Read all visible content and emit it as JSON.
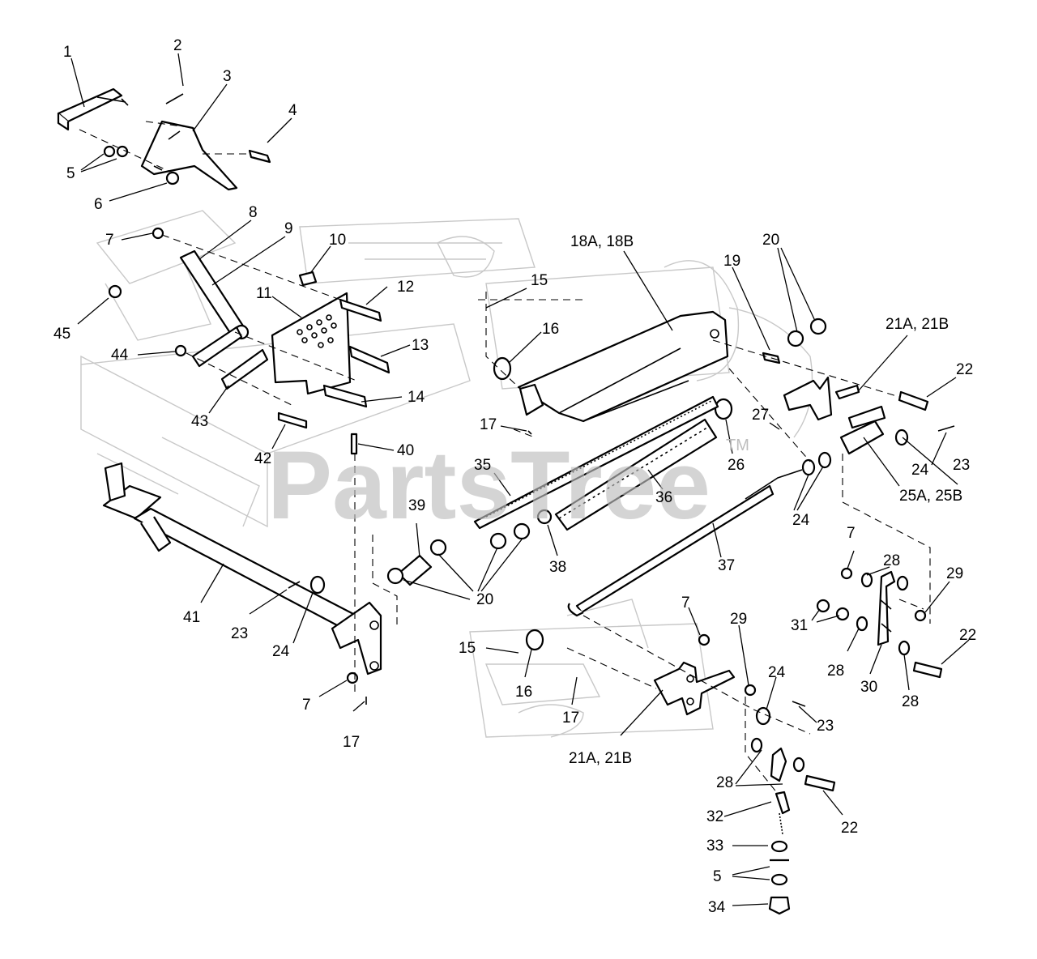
{
  "watermark": {
    "brand": "PartsTree",
    "tm": "TM"
  },
  "callouts": {
    "c1": "1",
    "c2": "2",
    "c3": "3",
    "c4": "4",
    "c5a": "5",
    "c6": "6",
    "c7a": "7",
    "c8": "8",
    "c9": "9",
    "c10": "10",
    "c11": "11",
    "c12": "12",
    "c13": "13",
    "c14": "14",
    "c15a": "15",
    "c16a": "16",
    "c17a": "17",
    "c18": "18A, 18B",
    "c19": "19",
    "c20a": "20",
    "c20b": "20",
    "c21a": "21A, 21B",
    "c22a": "22",
    "c23a": "23",
    "c24a": "24",
    "c25": "25A, 25B",
    "c26": "26",
    "c27": "27",
    "c24b": "24",
    "c35": "35",
    "c36": "36",
    "c39": "39",
    "c40": "40",
    "c42": "42",
    "c43": "43",
    "c44": "44",
    "c45": "45",
    "c41": "41",
    "c23b": "23",
    "c24c": "24",
    "c7b": "7",
    "c17b": "17",
    "c38": "38",
    "c37": "37",
    "c7c": "7",
    "c28a": "28",
    "c29a": "29",
    "c31": "31",
    "c28b": "28",
    "c30": "30",
    "c22b": "22",
    "c28c": "28",
    "c7d": "7",
    "c29b": "29",
    "c15b": "15",
    "c16b": "16",
    "c17c": "17",
    "c21b": "21A, 21B",
    "c24d": "24",
    "c23c": "23",
    "c28d": "28",
    "c22c": "22",
    "c32": "32",
    "c33": "33",
    "c5b": "5",
    "c34": "34"
  }
}
